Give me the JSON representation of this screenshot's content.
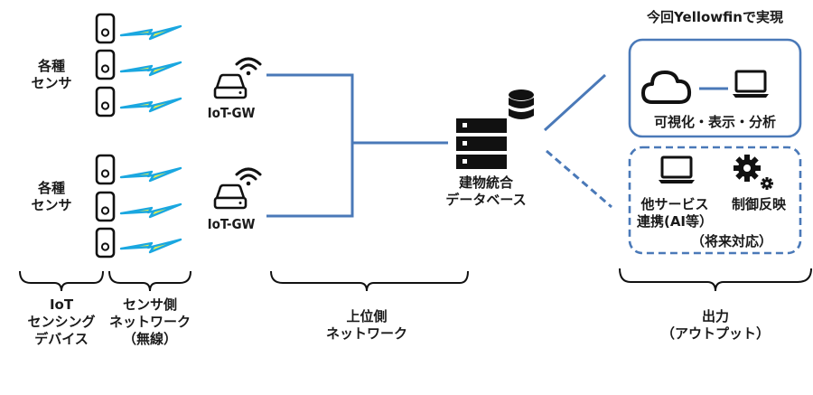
{
  "colors": {
    "line": "#4a79b8",
    "icon": "#111111",
    "bolt_outline": "#1aa7e0",
    "bolt_fill": "#e8f04a"
  },
  "groups": [
    {
      "sensors_label": [
        "各種",
        "センサ"
      ],
      "sensor_count": 3,
      "gateway_label": "IoT-GW",
      "gateway_icon": "router-wifi-icon"
    },
    {
      "sensors_label": [
        "各種",
        "センサ"
      ],
      "sensor_count": 3,
      "gateway_label": "IoT-GW",
      "gateway_icon": "router-wifi-icon"
    }
  ],
  "database": {
    "icon": "server-database-icon",
    "label": [
      "建物統合",
      "データベース"
    ]
  },
  "output": {
    "header": "今回Yellowfinで実現",
    "current_box": {
      "icons": [
        "cloud-icon",
        "laptop-icon"
      ],
      "label": "可視化・表示・分析"
    },
    "future_box": {
      "items": [
        {
          "icon": "laptop-icon",
          "label": [
            "他サービス",
            "連携(AI等）"
          ]
        },
        {
          "icon": "gears-icon",
          "label": [
            "制御反映"
          ]
        }
      ],
      "note": "（将来対応）"
    }
  },
  "brace_labels": [
    {
      "lines": [
        "IoT",
        "センシング",
        "デバイス"
      ]
    },
    {
      "lines": [
        "センサ側",
        "ネットワーク",
        "（無線）"
      ]
    },
    {
      "lines": [
        "上位側",
        "ネットワーク"
      ]
    },
    {
      "lines": [
        "出力",
        "（アウトプット）"
      ]
    }
  ]
}
